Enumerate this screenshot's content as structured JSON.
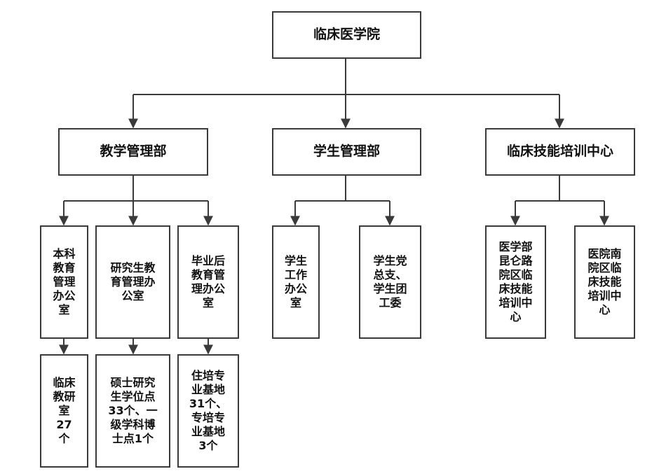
{
  "diagram": {
    "root": "临床医学院",
    "departments": {
      "teaching": "教学管理部",
      "student": "学生管理部",
      "skills": "临床技能培训中心"
    },
    "offices": {
      "undergrad": "本科\n教育\n管理\n办公\n室",
      "graduate": "研究生教\n育管理办\n公室",
      "postgrad": "毕业后\n教育管\n理办公\n室",
      "student_work": "学生\n工作\n办公\n室",
      "party": "学生党\n总支、\n学生团\n工委",
      "kunlun": "医学部\n昆仑路\n院区临\n床技能\n培训中\n心",
      "south": "医院南\n院区临\n床技能\n培训中\n心"
    },
    "details": {
      "undergrad": "临床\n教研\n室\n27\n个",
      "graduate": "硕士研究\n生学位点\n33个、一\n级学科博\n士点1个",
      "postgrad": "住培专\n业基地\n31个、\n专培专\n业基地\n3个"
    }
  }
}
